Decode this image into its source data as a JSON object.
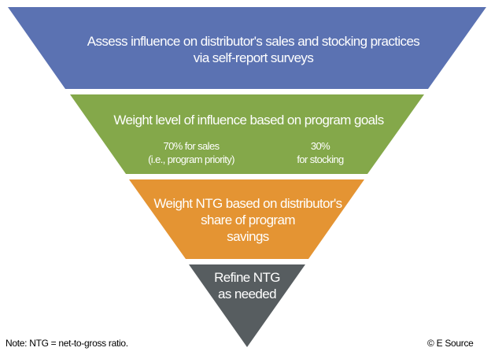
{
  "diagram": {
    "type": "inverted-funnel",
    "stages": [
      {
        "color": "#5B72B2",
        "lines": [
          "Assess influence on distributor's sales and stocking practices",
          "via self-report surveys"
        ]
      },
      {
        "color": "#84A84A",
        "title": "Weight level of influence based on program goals",
        "left_label": [
          "70% for sales",
          "(i.e., program priority)"
        ],
        "right_label": [
          "30%",
          "for stocking"
        ]
      },
      {
        "color": "#E49433",
        "lines": [
          "Weight NTG based on distributor's",
          "share of program",
          "savings"
        ]
      },
      {
        "color": "#575D60",
        "lines": [
          "Refine NTG",
          "as needed"
        ]
      }
    ]
  },
  "footer": {
    "note": "Note: NTG = net-to-gross ratio.",
    "copyright": "© E Source"
  }
}
